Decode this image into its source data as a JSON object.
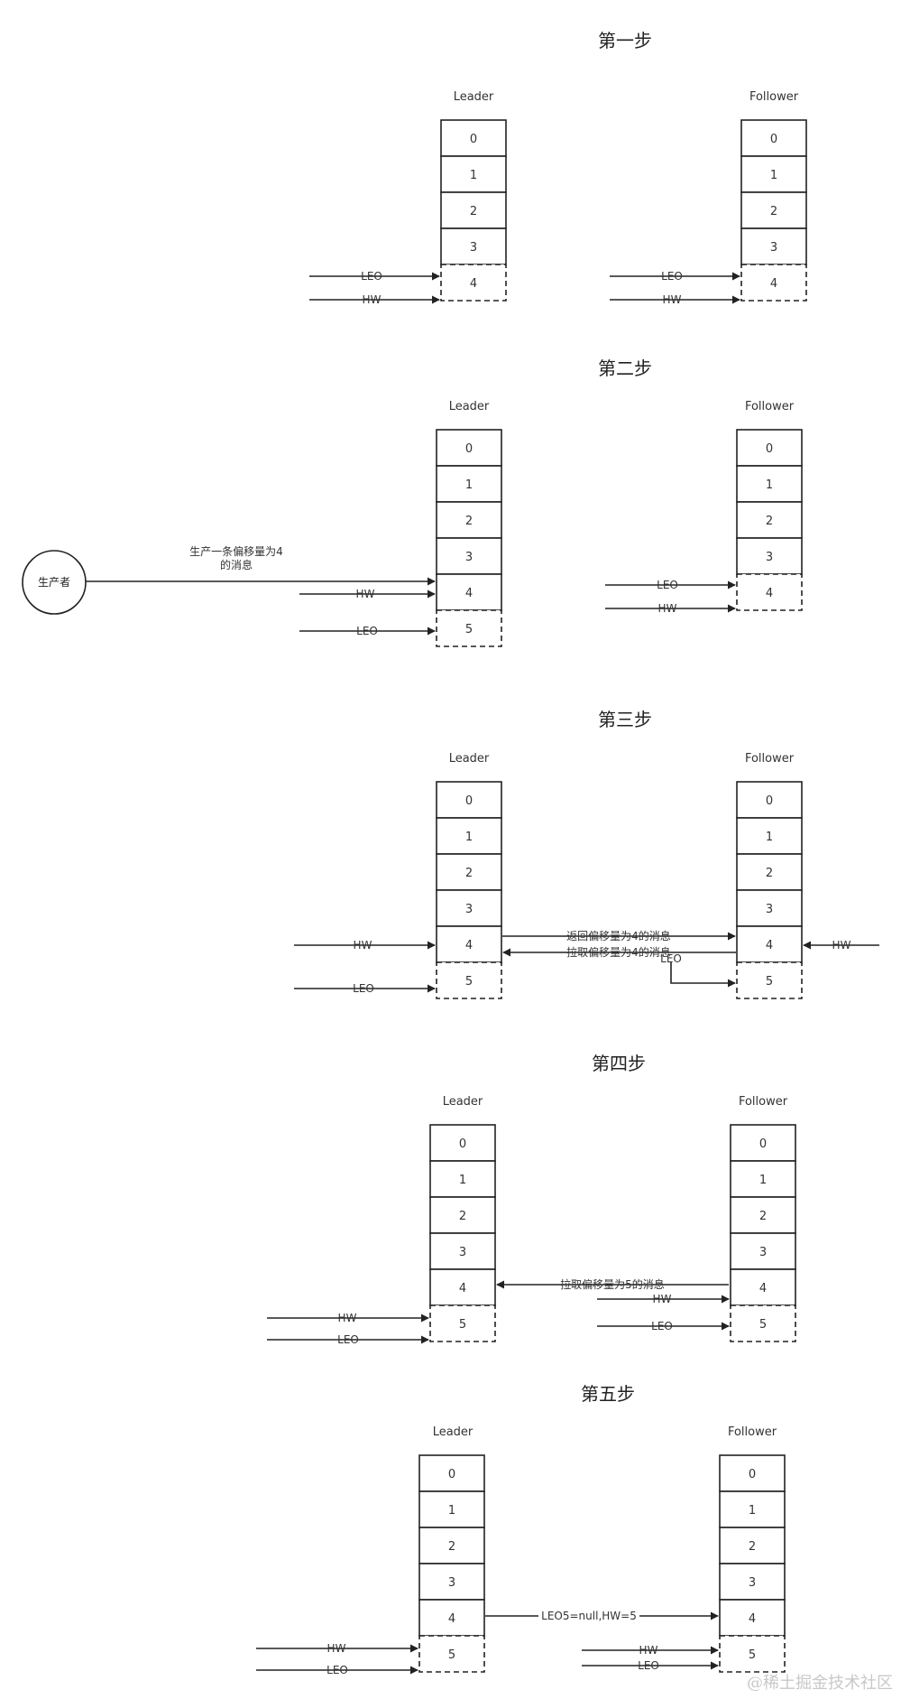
{
  "watermark": "@稀土掘金技术社区",
  "roles": {
    "leader": "Leader",
    "follower": "Follower"
  },
  "pointers": {
    "leo": "LEO",
    "hw": "HW"
  },
  "producer": {
    "label": "生产者",
    "message_line1": "生产一条偏移量为4",
    "message_line2": "的消息"
  },
  "steps": [
    {
      "title": "第一步",
      "leader_cells": [
        "0",
        "1",
        "2",
        "3",
        "4"
      ],
      "leader_dashed": [
        "4"
      ],
      "follower_cells": [
        "0",
        "1",
        "2",
        "3",
        "4"
      ],
      "follower_dashed": [
        "4"
      ]
    },
    {
      "title": "第二步",
      "leader_cells": [
        "0",
        "1",
        "2",
        "3",
        "4",
        "5"
      ],
      "leader_dashed": [
        "5"
      ],
      "follower_cells": [
        "0",
        "1",
        "2",
        "3",
        "4"
      ],
      "follower_dashed": [
        "4"
      ]
    },
    {
      "title": "第三步",
      "leader_cells": [
        "0",
        "1",
        "2",
        "3",
        "4",
        "5"
      ],
      "leader_dashed": [
        "5"
      ],
      "follower_cells": [
        "0",
        "1",
        "2",
        "3",
        "4",
        "5"
      ],
      "follower_dashed": [
        "5"
      ],
      "messages": [
        "返回偏移量为4的消息",
        "拉取偏移量为4的消息"
      ]
    },
    {
      "title": "第四步",
      "leader_cells": [
        "0",
        "1",
        "2",
        "3",
        "4",
        "5"
      ],
      "leader_dashed": [
        "5"
      ],
      "follower_cells": [
        "0",
        "1",
        "2",
        "3",
        "4",
        "5"
      ],
      "follower_dashed": [
        "5"
      ],
      "messages": [
        "拉取偏移量为5的消息"
      ]
    },
    {
      "title": "第五步",
      "leader_cells": [
        "0",
        "1",
        "2",
        "3",
        "4",
        "5"
      ],
      "leader_dashed": [
        "5"
      ],
      "follower_cells": [
        "0",
        "1",
        "2",
        "3",
        "4",
        "5"
      ],
      "follower_dashed": [
        "5"
      ],
      "messages": [
        "LEO5=null,HW=5"
      ]
    }
  ]
}
